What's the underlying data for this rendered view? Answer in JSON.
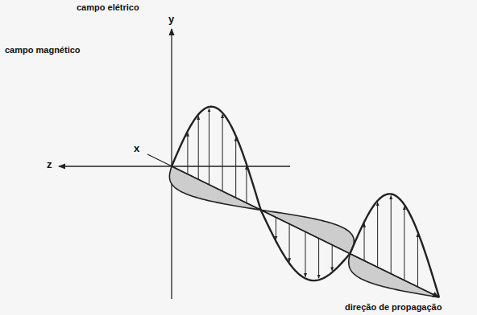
{
  "diagram": {
    "labels": [
      "campo elétrico",
      "y",
      "campo magnético",
      "x",
      "z",
      "direção de propagação"
    ]
  }
}
